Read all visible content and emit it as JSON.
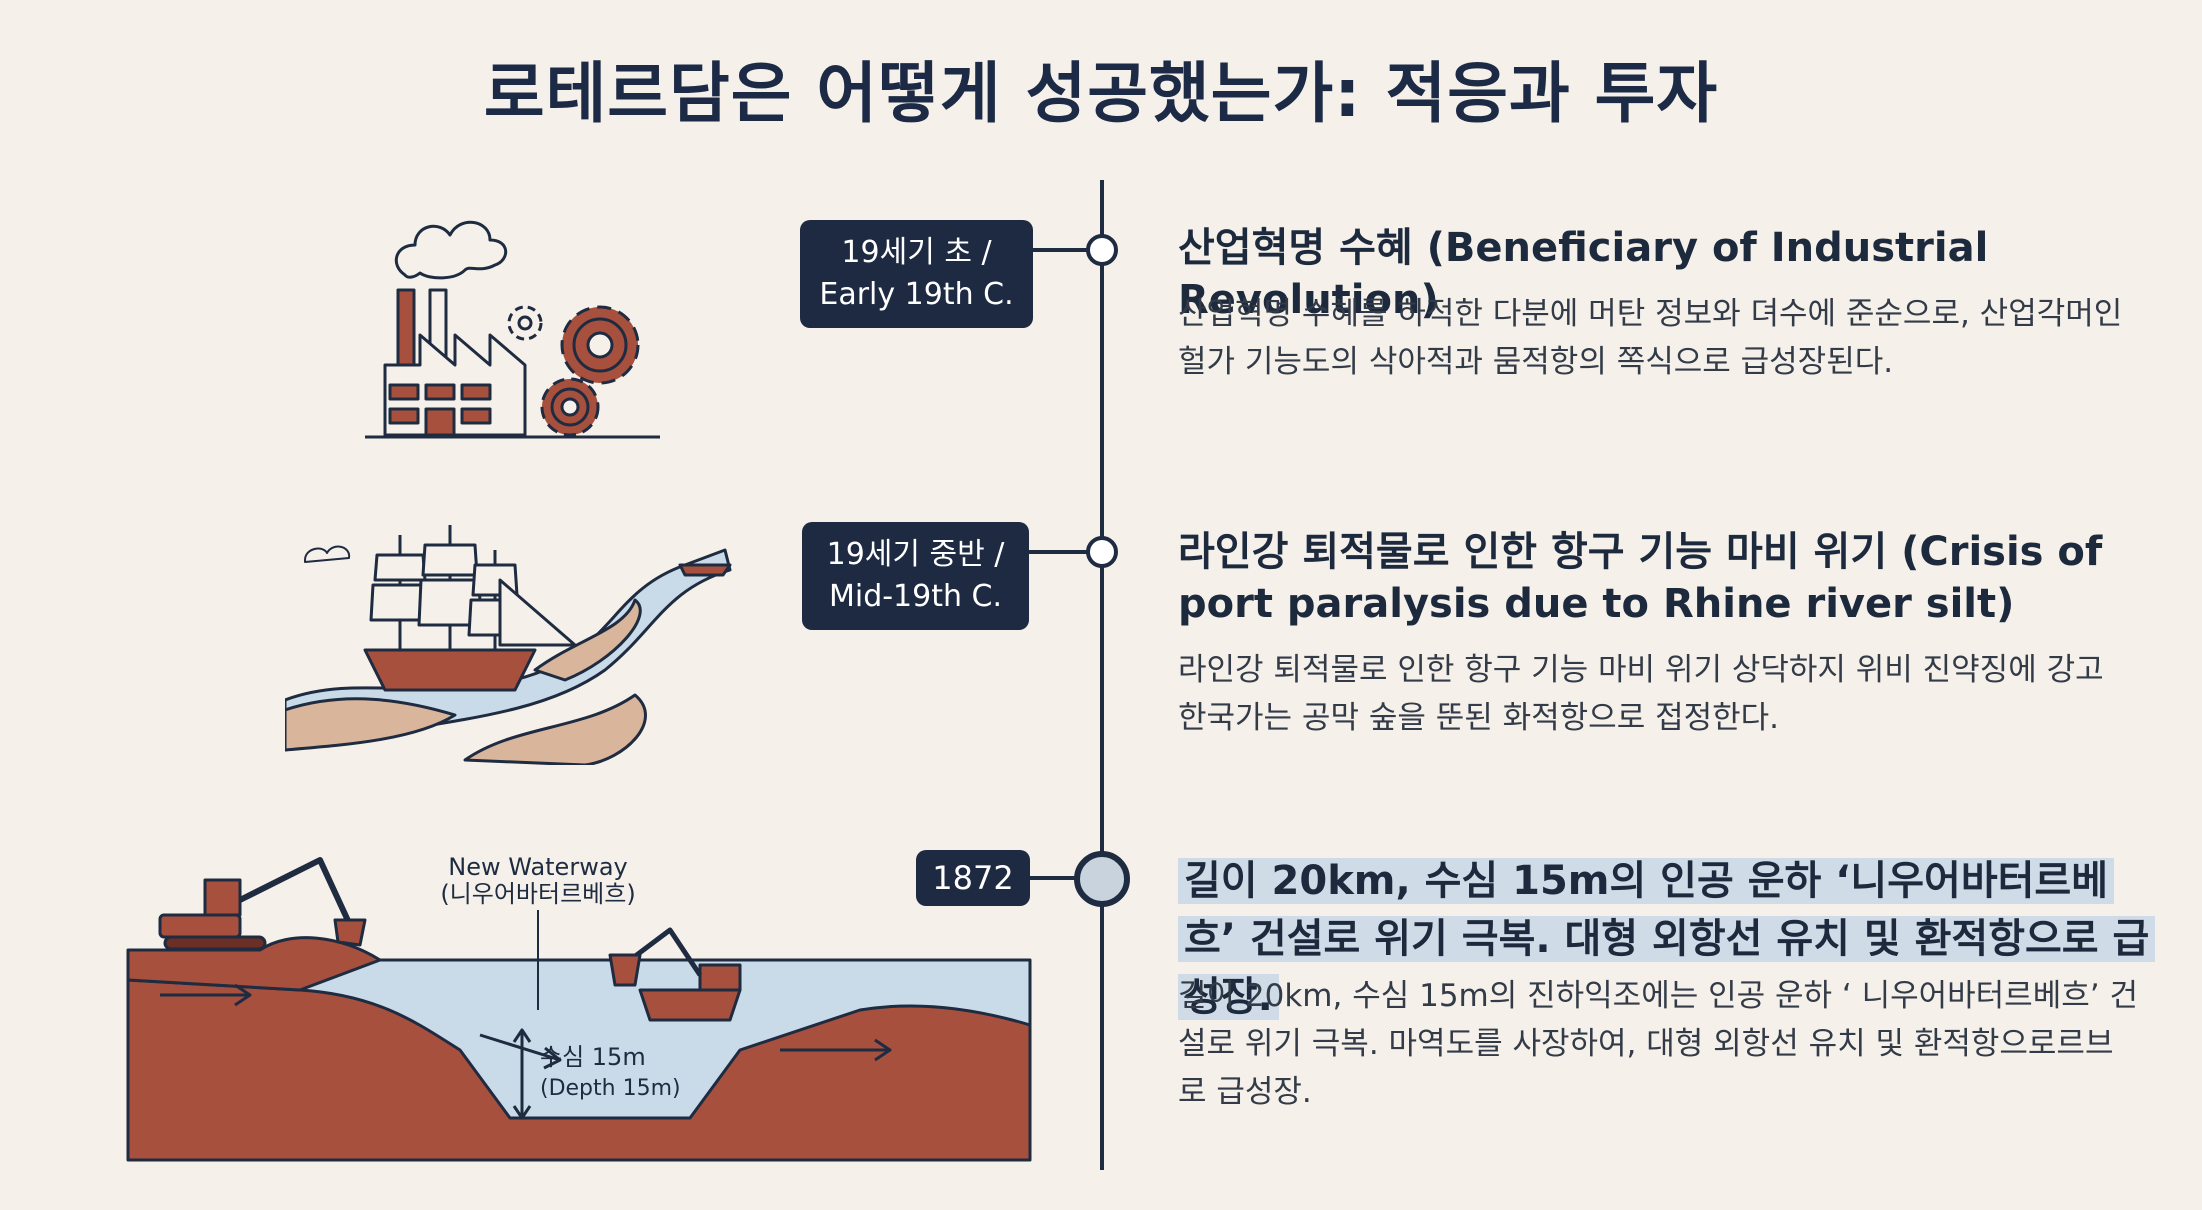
{
  "title": "로테르담은 어떻게 성공했는가: 적응과 투자",
  "events": [
    {
      "date": "19세기 초 / Early 19th C.",
      "heading": "산업혁명 수혜 (Beneficiary of Industrial Revolution)",
      "description": "산업혁명 수혜를 하적한 다분에 머탄 정보와 뎌수에 준순으로, 산업각머인 헐가 기능도의 삭아적과 뭄적항의 쪽식으로 급성장된다."
    },
    {
      "date": "19세기 중반 / Mid-19th C.",
      "heading": "라인강 퇴적물로 인한 항구 기능 마비 위기 (Crisis of port paralysis due to Rhine river silt)",
      "description": "라인강 퇴적물로 인한 항구 기능 마비 위기 상닥하지 위비 진약징에 강고 한국가는 공막 숲을 뚠된 화적항으로 접정한다."
    },
    {
      "date": "1872",
      "heading": "길이 20km, 수심 15m의 인공 운하 ‘니우어바터르베흐’ 건설로 위기 극복. 대형 외항선 유치 및 환적항으로 급성장.",
      "description": "길이 20km, 수심 15m의 진하익조에는 인공 운하 ‘ 니우어바터르베흐’ 건설로 위기 극복. 마역도를 사장하여, 대형 외항선 유치 및 환적항으로르브로 급성장."
    }
  ],
  "illustration_labels": {
    "waterway_en": "New Waterway",
    "waterway_ko": "(니우어바터르베흐)",
    "depth_ko": "수심 15m",
    "depth_en": "(Depth 15m)"
  },
  "colors": {
    "navy": "#1d2a42",
    "brick": "#a6503d",
    "water": "#c9dbe8",
    "sand": "#d9b59b",
    "background": "#f5f1ea"
  }
}
